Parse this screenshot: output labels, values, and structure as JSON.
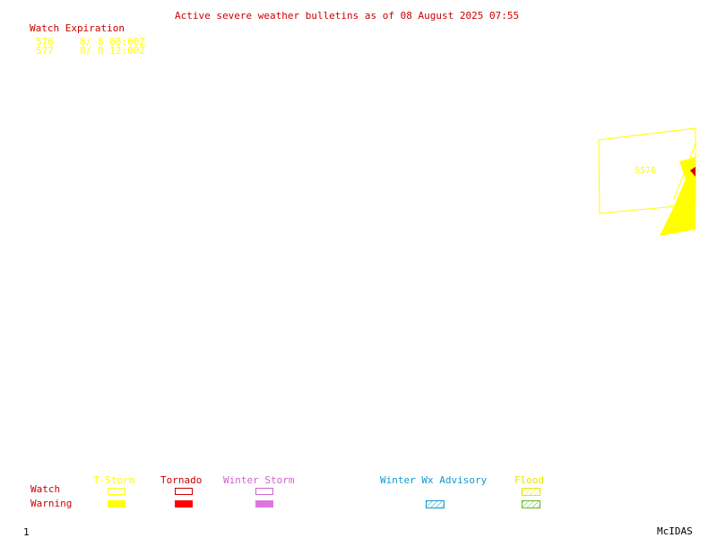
{
  "header": {
    "title": "Active severe weather bulletins as of 08 August 2025 07:55"
  },
  "watch_expiration": {
    "heading": "Watch Expiration",
    "rows": [
      {
        "id": "576",
        "time": "8/ 8 08:00Z"
      },
      {
        "id": "577",
        "time": "8/ 8 12:00Z"
      }
    ]
  },
  "map": {
    "watch_box_label": "S576"
  },
  "legend": {
    "row_labels": {
      "watch": "Watch",
      "warning": "Warning"
    },
    "columns": [
      {
        "label": "T-Storm",
        "color": "#ffff00"
      },
      {
        "label": "Tornado",
        "color": "#ff0000"
      },
      {
        "label": "Winter Storm",
        "color": "#cc66cc"
      },
      {
        "label": "Winter Wx Advisory",
        "color": "#1199cc"
      },
      {
        "label": "Flood",
        "color": "#e6e600"
      }
    ]
  },
  "footer": {
    "frame_number": "1",
    "software": "McIDAS"
  }
}
